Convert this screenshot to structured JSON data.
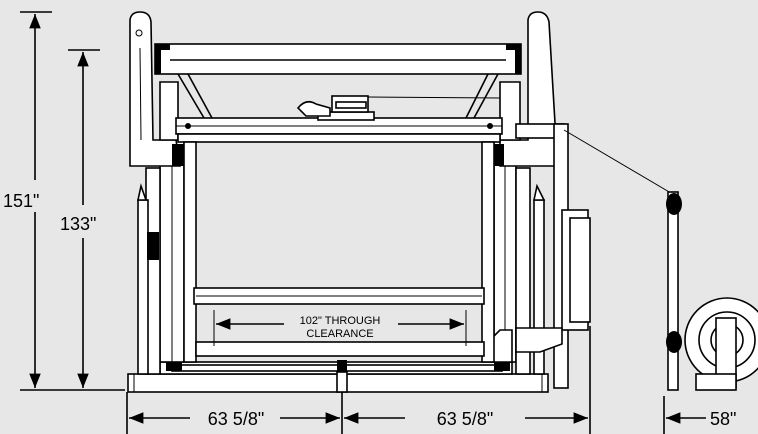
{
  "dimensions": {
    "overall_height": "151\"",
    "inner_height": "133\"",
    "left_half_width": "63 5/8\"",
    "right_half_width": "63 5/8\"",
    "side_depth": "58\""
  },
  "clearance_note": {
    "line1": "102\" THROUGH",
    "line2": "CLEARANCE"
  }
}
